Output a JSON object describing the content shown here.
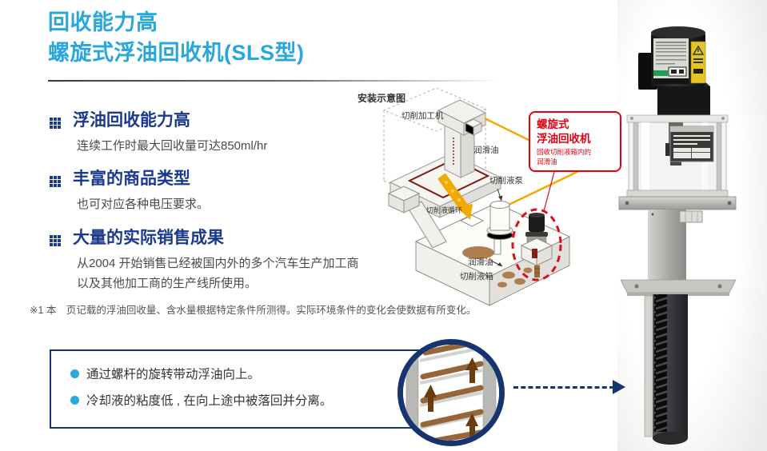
{
  "title": {
    "line1": "回收能力高",
    "line2": "螺旋式浮油回收机(SLS型)"
  },
  "features": [
    {
      "heading": "浮油回收能力高",
      "body": "连续工作时最大回收量可达850ml/hr"
    },
    {
      "heading": "丰富的商品类型",
      "body": "也可对应各种电压要求。"
    },
    {
      "heading": "大量的实际销售成果",
      "body": "从2004 开始销售已经被国内外的多个汽车生产加工商",
      "body2": "以及其他加工商的生产线所使用。"
    }
  ],
  "footnote": "※1 本　页记载的浮油回收量、含水量根据特定条件所测得。实际环境条件的变化会使数据有所变化。",
  "diagram": {
    "title": "安装示意图",
    "labels": {
      "machine": "切削加工机",
      "lubricant_top": "润滑油",
      "pump": "切削液泵",
      "circulation": "切削液循环",
      "lubricant_bottom": "润滑油",
      "tank": "切削液箱"
    },
    "callout": {
      "line1": "螺旋式",
      "line2": "浮油回收机",
      "sub1": "回收切削液箱内的",
      "sub2": "润滑油"
    }
  },
  "explain_box": {
    "bullets": [
      "通过螺杆的旋转带动浮油向上。",
      "冷却液的粘度低 , 在向上途中被落回并分离。"
    ]
  },
  "colors": {
    "accent_cyan": "#29A7DC",
    "heading_navy": "#1B3A8C",
    "box_navy": "#16356F",
    "red": "#E60012",
    "pipe_yellow": "#F2A900",
    "oil_brown": "#AE7E50"
  }
}
